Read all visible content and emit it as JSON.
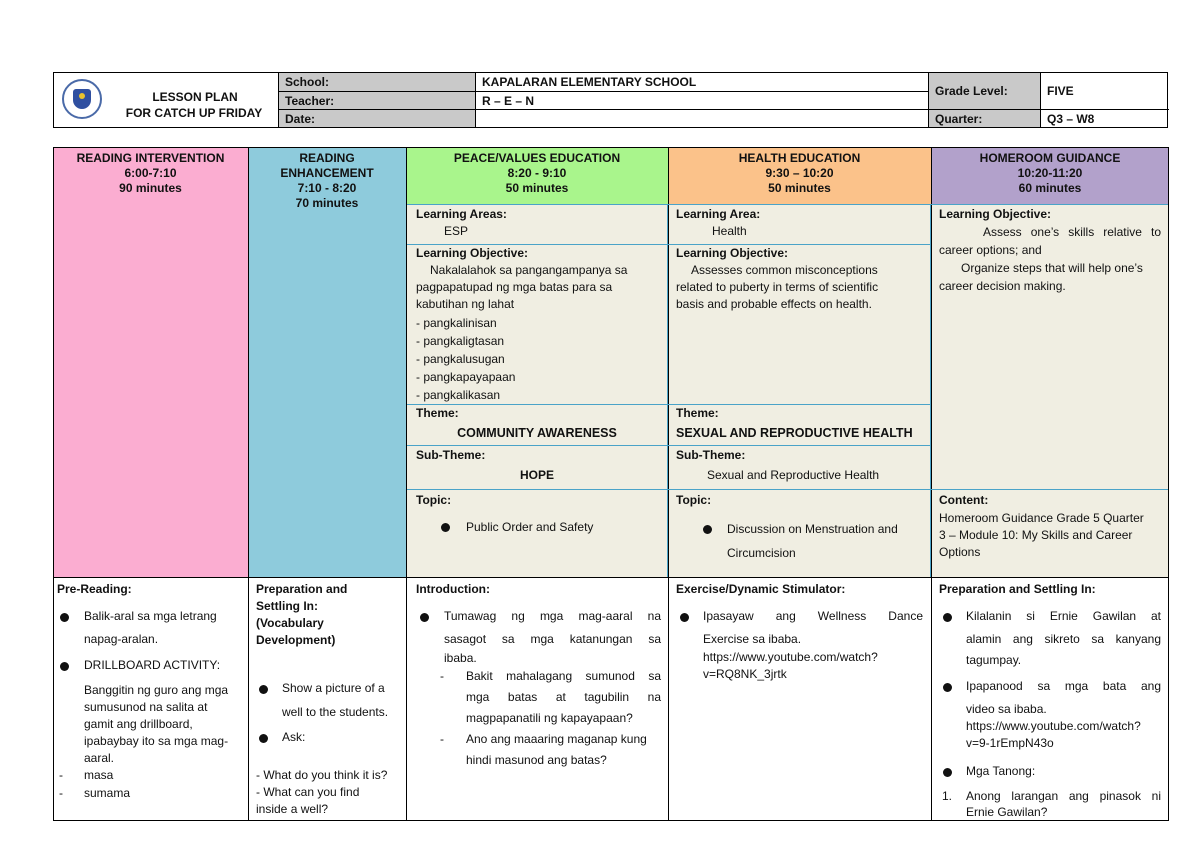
{
  "header": {
    "title_line1": "LESSON PLAN",
    "title_line2": "FOR CATCH UP FRIDAY",
    "school_label": "School:",
    "school_value": "KAPALARAN ELEMENTARY SCHOOL",
    "teacher_label": "Teacher:",
    "teacher_value": "R – E – N",
    "date_label": "Date:",
    "date_value": "",
    "grade_label": "Grade Level:",
    "grade_value": "FIVE",
    "quarter_label": "Quarter:",
    "quarter_value": "Q3 – W8"
  },
  "colors": {
    "reading_intervention": "#fbadd1",
    "reading_enhancement": "#8ecbdc",
    "peace_values": "#a9f58c",
    "health": "#fbc28a",
    "homeroom": "#b2a1cb",
    "body_bg": "#f0eee2",
    "inner_border": "#4aa3c8"
  },
  "columns": [
    {
      "title": "READING INTERVENTION",
      "time": "6:00-7:10",
      "duration": "90 minutes"
    },
    {
      "title1": "READING",
      "title2": "ENHANCEMENT",
      "time": "7:10 - 8:20",
      "duration": "70 minutes"
    },
    {
      "title": "PEACE/VALUES EDUCATION",
      "time": "8:20 - 9:10",
      "duration": "50 minutes"
    },
    {
      "title": "HEALTH EDUCATION",
      "time": "9:30 – 10:20",
      "duration": "50 minutes"
    },
    {
      "title": "HOMEROOM GUIDANCE",
      "time": "10:20-11:20",
      "duration": "60 minutes"
    }
  ],
  "peace": {
    "learning_areas_label": "Learning Areas:",
    "learning_areas_value": "ESP",
    "objective_label": "Learning Objective:",
    "objective_lines": [
      "Nakalalahok sa pangangampanya sa",
      "pagpapatupad ng mga batas para sa",
      "kabutihan ng lahat"
    ],
    "objective_items": [
      "- pangkalinisan",
      "- pangkaligtasan",
      "- pangkalusugan",
      "- pangkapayapaan",
      "- pangkalikasan"
    ],
    "theme_label": "Theme:",
    "theme_value": "COMMUNITY AWARENESS",
    "subtheme_label": "Sub-Theme:",
    "subtheme_value": "HOPE",
    "topic_label": "Topic:",
    "topic_item": "Public Order and Safety"
  },
  "health": {
    "learning_area_label": "Learning Area:",
    "learning_area_value": "Health",
    "objective_label": "Learning Objective:",
    "objective_lines": [
      "Assesses common misconceptions",
      "related to puberty in terms of scientific",
      "basis and probable effects on health."
    ],
    "theme_label": "Theme:",
    "theme_value": "SEXUAL AND REPRODUCTIVE HEALTH",
    "subtheme_label": "Sub-Theme:",
    "subtheme_value": "Sexual and Reproductive Health",
    "topic_label": "Topic:",
    "topic_item_line1": "Discussion on Menstruation and",
    "topic_item_line2": "Circumcision"
  },
  "homeroom": {
    "objective_label": "Learning Objective:",
    "objective_lines": [
      "Assess one’s skills relative to",
      "career options; and",
      "Organize steps that will help one’s",
      "career decision making."
    ],
    "content_label": "Content:",
    "content_lines": [
      "Homeroom Guidance Grade 5 Quarter",
      "3 – Module 10: My Skills and Career",
      "Options"
    ]
  },
  "activities": {
    "reading_intervention": {
      "label": "Pre-Reading:",
      "bullet1": [
        "Balik-aral sa mga letrang",
        "napag-aralan."
      ],
      "bullet2": "DRILLBOARD ACTIVITY:",
      "para": [
        "Banggitin ng guro ang mga",
        "sumusunod na salita at",
        "gamit ang drillboard,",
        "ipabaybay ito sa mga mag-",
        "aaral."
      ],
      "words": [
        "masa",
        "sumama"
      ]
    },
    "reading_enhancement": {
      "label": [
        "Preparation and",
        "Settling In:",
        "(Vocabulary",
        "Development)"
      ],
      "bullet1": [
        "Show a picture of a",
        "well to the students."
      ],
      "bullet2": "Ask:",
      "questions": [
        "- What do you think it is?",
        "- What can you find",
        "inside a well?"
      ]
    },
    "peace": {
      "label": "Introduction:",
      "bullet1": [
        "Tumawag ng mga mag-aaral na",
        "sasagot sa mga katanungan sa",
        "ibaba."
      ],
      "sub1": [
        "Bakit mahalagang sumunod sa",
        "mga batas at tagubilin na",
        "magpapanatili ng kapayapaan?"
      ],
      "sub2": [
        "Ano ang maaaring maganap kung",
        "hindi masunod ang batas?"
      ]
    },
    "health": {
      "label": "Exercise/Dynamic Stimulator:",
      "bullet1": [
        "Ipasayaw ang Wellness Dance",
        "Exercise sa ibaba.",
        "https://www.youtube.com/watch?",
        "v=RQ8NK_3jrtk"
      ]
    },
    "homeroom": {
      "label": "Preparation and Settling In:",
      "bullet1": [
        "Kilalanin si Ernie Gawilan at",
        "alamin ang sikreto sa kanyang",
        "tagumpay."
      ],
      "bullet2": [
        "Ipapanood sa mga bata ang",
        "video sa ibaba.",
        "https://www.youtube.com/watch?",
        "v=9-1rEmpN43o"
      ],
      "bullet3": "Mga Tanong:",
      "q1_num": "1.",
      "q1": [
        "Anong larangan ang pinasok ni",
        "Ernie Gawilan?"
      ]
    }
  }
}
